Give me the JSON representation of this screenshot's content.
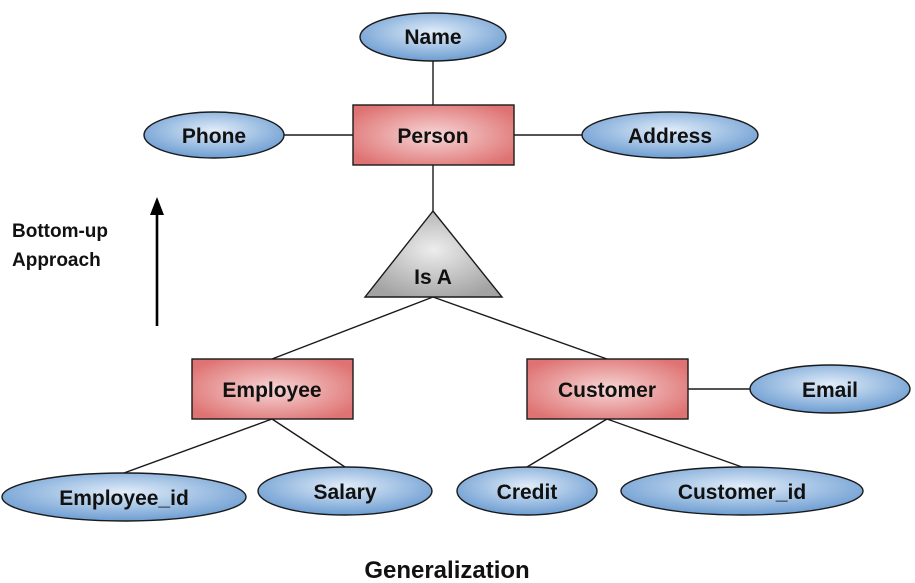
{
  "diagram": {
    "title": "Generalization",
    "approach_label_line1": "Bottom-up",
    "approach_label_line2": "Approach",
    "arrow_direction": "up",
    "colors": {
      "entity_fill_edge": "#e07a7a",
      "entity_fill_center": "#f5d0d0",
      "attribute_fill_edge": "#6f9fd3",
      "attribute_fill_center": "#dbe9f7",
      "isa_fill_edge": "#a6a6a6",
      "isa_fill_center": "#e6e6e6",
      "line": "#1a1a1a"
    },
    "entities": {
      "person": "Person",
      "employee": "Employee",
      "customer": "Customer"
    },
    "relationship": {
      "isa": "Is A"
    },
    "attributes": {
      "name": "Name",
      "phone": "Phone",
      "address": "Address",
      "email": "Email",
      "employee_id": "Employee_id",
      "salary": "Salary",
      "credit": "Credit",
      "customer_id": "Customer_id"
    },
    "connections": [
      [
        "Person",
        "Name"
      ],
      [
        "Person",
        "Phone"
      ],
      [
        "Person",
        "Address"
      ],
      [
        "Person",
        "Is A"
      ],
      [
        "Is A",
        "Employee"
      ],
      [
        "Is A",
        "Customer"
      ],
      [
        "Employee",
        "Employee_id"
      ],
      [
        "Employee",
        "Salary"
      ],
      [
        "Customer",
        "Email"
      ],
      [
        "Customer",
        "Credit"
      ],
      [
        "Customer",
        "Customer_id"
      ]
    ]
  }
}
